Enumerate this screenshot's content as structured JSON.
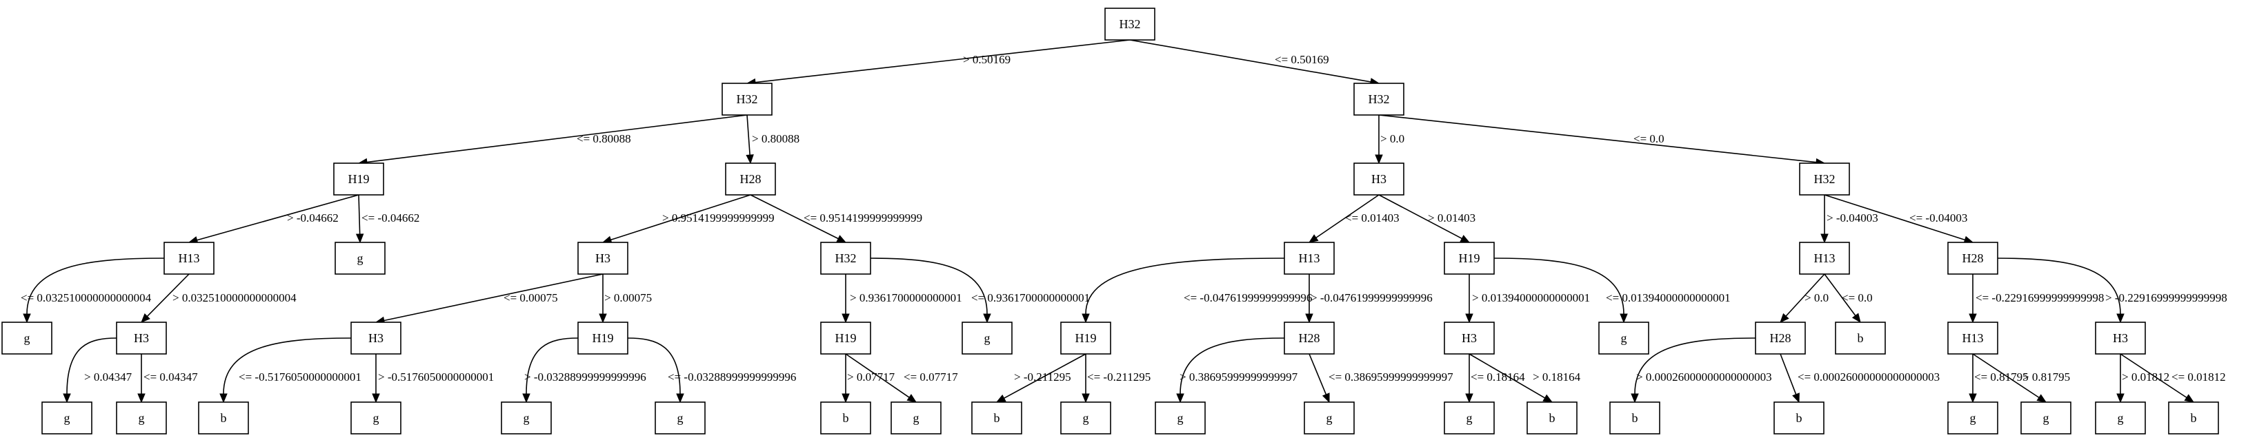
{
  "nodes": {
    "n1": "H32",
    "n2": "H32",
    "n3": "H32",
    "n4": "H19",
    "n5": "H28",
    "n6": "H3",
    "n7": "H32",
    "n8": "H13",
    "n9": "g",
    "n10": "H3",
    "n11": "H32",
    "n12": "H13",
    "n13": "H19",
    "n14": "H13",
    "n15": "H28",
    "n16": "g",
    "n17": "H3",
    "n18": "H3",
    "n19": "H19",
    "n20": "H19",
    "n21": "g",
    "n22": "H19",
    "n23": "H28",
    "n24": "H3",
    "n25": "g",
    "n26": "H28",
    "n27": "b",
    "n28": "H13",
    "n29": "H3",
    "n30": "g",
    "n31": "g",
    "n32": "b",
    "n33": "g",
    "n34": "g",
    "n35": "g",
    "n36": "b",
    "n37": "g",
    "n38": "b",
    "n39": "g",
    "n40": "g",
    "n41": "g",
    "n42": "g",
    "n43": "b",
    "n44": "b",
    "n45": "b",
    "n46": "g",
    "n47": "g",
    "n48": "g",
    "n49": "b"
  },
  "edges": {
    "e_1_2": "> 0.50169",
    "e_1_3": "<= 0.50169",
    "e_2_4": "<= 0.80088",
    "e_2_5": "> 0.80088",
    "e_3_6": "> 0.0",
    "e_3_7": "<= 0.0",
    "e_4_8": "> -0.04662",
    "e_4_9": "<= -0.04662",
    "e_5_10": "> 0.9514199999999999",
    "e_5_11": "<= 0.9514199999999999",
    "e_6_12": "<= 0.01403",
    "e_6_13": "> 0.01403",
    "e_7_14": "> -0.04003",
    "e_7_15": "<= -0.04003",
    "e_8_16": "<= 0.032510000000000004",
    "e_8_17": "> 0.032510000000000004",
    "e_10_18": "<= 0.00075",
    "e_10_19": "> 0.00075",
    "e_11_20": "> 0.9361700000000001",
    "e_11_21": "<= 0.9361700000000001",
    "e_12_22": "<= -0.04761999999999996",
    "e_12_23": "> -0.04761999999999996",
    "e_13_24": "> 0.01394000000000001",
    "e_13_25": "<= 0.01394000000000001",
    "e_14_26": "> 0.0",
    "e_14_27": "<= 0.0",
    "e_15_28": "<= -0.22916999999999998",
    "e_15_29": "> -0.22916999999999998",
    "e_17_30": "> 0.04347",
    "e_17_31": "<= 0.04347",
    "e_18_32": "<= -0.5176050000000001",
    "e_18_33": "> -0.5176050000000001",
    "e_19_34": "> -0.03288999999999996",
    "e_19_35": "<= -0.03288999999999996",
    "e_20_36": "> 0.07717",
    "e_20_37": "<= 0.07717",
    "e_22_38": "> -0.211295",
    "e_22_39": "<= -0.211295",
    "e_23_40": "> 0.38695999999999997",
    "e_23_41": "<= 0.38695999999999997",
    "e_24_42": "<= 0.18164",
    "e_24_43": "> 0.18164",
    "e_26_44": "> 0.00026000000000000003",
    "e_26_45": "<= 0.00026000000000000003",
    "e_28_46": "<= 0.81795",
    "e_28_47": "> 0.81795",
    "e_29_48": "> 0.01812",
    "e_29_49": "<= 0.01812"
  }
}
